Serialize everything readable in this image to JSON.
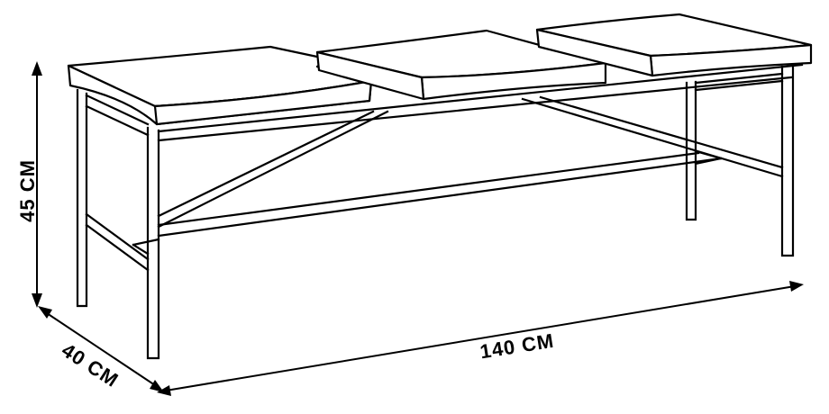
{
  "dimensions": {
    "height": {
      "label": "45 CM"
    },
    "depth": {
      "label": "40 CM"
    },
    "width": {
      "label": "140 CM"
    }
  },
  "colors": {
    "line": "#000000",
    "background": "#ffffff"
  }
}
